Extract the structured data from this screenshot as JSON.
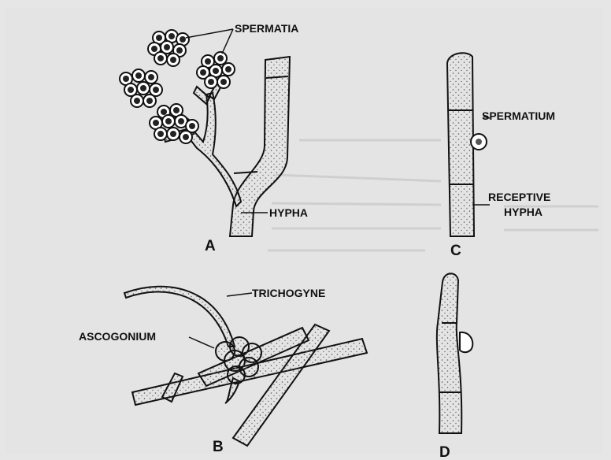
{
  "labels": {
    "spermatia": "SPERMATIA",
    "hypha": "HYPHA",
    "spermatium": "SPERMATIUM",
    "receptive": "RECEPTIVE",
    "receptive_hypha": "HYPHA",
    "trichogyne": "TRICHOGYNE",
    "ascogonium": "ASCOGONIUM"
  },
  "panels": {
    "a": "A",
    "b": "B",
    "c": "C",
    "d": "D"
  },
  "colors": {
    "paper": "#e4e4e4",
    "ink": "#111111"
  }
}
